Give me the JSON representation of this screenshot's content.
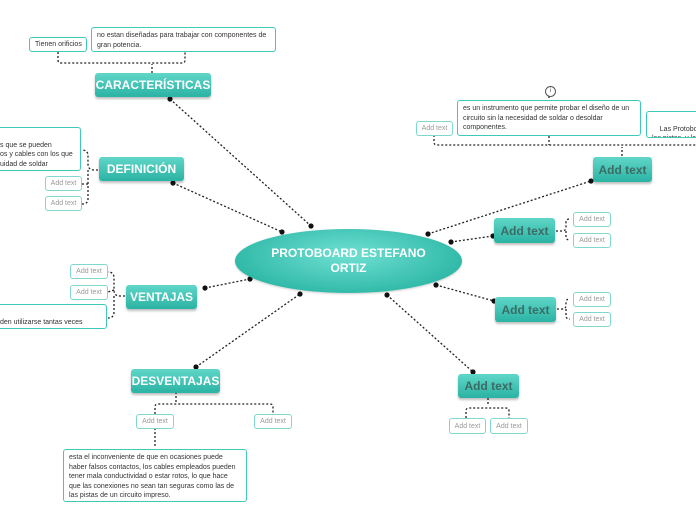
{
  "center": {
    "label": "PROTOBOARD ESTEFANO ORTIZ"
  },
  "topics": {
    "caracteristicas": "CARACTERÍSTICAS",
    "definicion": "DEFINICIÓN",
    "ventajas": "VENTAJAS",
    "desventajas": "DESVENTAJAS",
    "right_top": "Add text",
    "right_mid1": "Add text",
    "right_mid2": "Add text",
    "right_bottom": "Add text"
  },
  "notes": {
    "caracteristicas_1": "Tienen orificios",
    "caracteristicas_2": "no estan diseñadas para trabajar con componentes de gran potencia.",
    "definicion_1": "s que se pueden\nos y cables con los que\nuidad de soldar",
    "ventajas_1": "den utilizarse tantas veces\ne son de fácil manejo.",
    "desventajas_1": "esta el inconveniente de que en ocasiones puede haber falsos contactos, los cables empleados pueden tener mala conductividad o estar rotos, lo que hace que las conexiones no sean tan seguras como las de las pistas de un circuito impreso.",
    "right_top_1": "es un instrumento que permite probar el diseño de un circuito sin la necesidad de soldar o desoldar componentes.",
    "right_top_2": "Las Protoboar\nlas pistas, y lo"
  },
  "placeholders": {
    "definicion_a": "Add text",
    "definicion_b": "Add text",
    "ventajas_a": "Add text",
    "ventajas_b": "Add text",
    "desventajas_a": "Add text",
    "desventajas_b": "Add text",
    "right_top_a": "Add text",
    "right_mid1_a": "Add text",
    "right_mid1_b": "Add text",
    "right_mid2_a": "Add text",
    "right_mid2_b": "Add text",
    "right_bottom_a": "Add text",
    "right_bottom_b": "Add text"
  },
  "icons": {
    "info": "info-icon"
  },
  "colors": {
    "accent": "#2bb3a3",
    "border": "#40c8b8"
  }
}
